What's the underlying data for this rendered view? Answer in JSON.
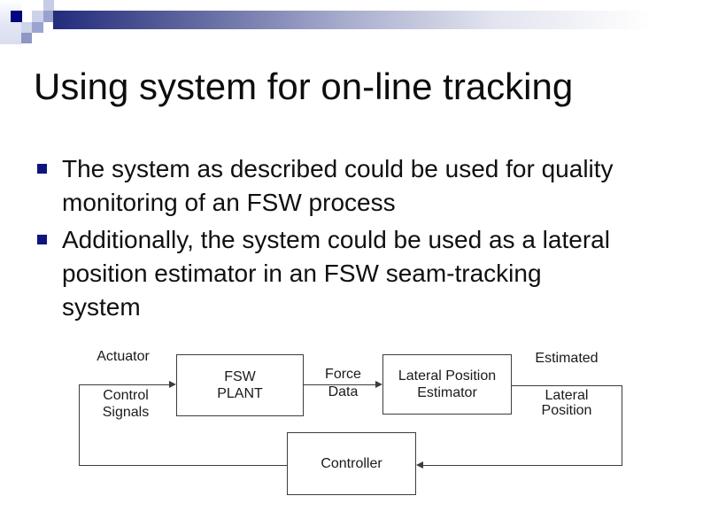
{
  "slide": {
    "title": "Using system for on-line tracking",
    "bullets": [
      "The system as described could be used for quality monitoring of an FSW process",
      "Additionally, the system could be used as a lateral position estimator in an FSW seam-tracking system"
    ]
  },
  "diagram": {
    "plant_box": {
      "line1": "FSW",
      "line2": "PLANT"
    },
    "estimator_box": {
      "line1": "Lateral Position",
      "line2": "Estimator"
    },
    "controller_box": {
      "label": "Controller"
    },
    "labels": {
      "actuator": "Actuator",
      "control": "Control",
      "signals": "Signals",
      "force": "Force",
      "data": "Data",
      "estimated": "Estimated",
      "lateral": "Lateral",
      "position": "Position"
    }
  },
  "colors": {
    "accent_navy": "#232c7c",
    "bullet_marker": "#10147e",
    "deco_square_navy": "#01067f",
    "diagram_line": "#3c3c3c",
    "text": "#0d0d0d",
    "background": "#ffffff"
  }
}
